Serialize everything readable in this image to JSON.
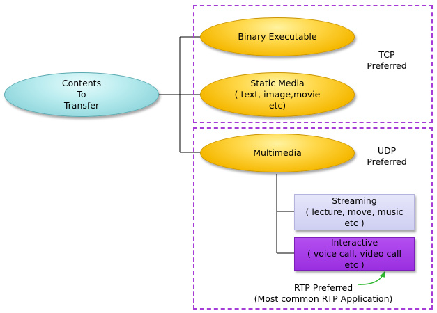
{
  "root": {
    "lines": [
      "Contents",
      "To",
      "Transfer"
    ]
  },
  "branches": {
    "binary": {
      "lines": [
        "Binary Executable"
      ]
    },
    "static": {
      "lines": [
        "Static Media",
        "( text, image,movie",
        "etc)"
      ]
    },
    "multimedia": {
      "lines": [
        "Multimedia"
      ]
    }
  },
  "sub": {
    "streaming": {
      "lines": [
        "Streaming",
        "( lecture, move, music",
        "etc )"
      ]
    },
    "interactive": {
      "lines": [
        "Interactive",
        "( voice call, video call",
        "etc )"
      ]
    }
  },
  "groups": {
    "tcp": {
      "lines": [
        "TCP",
        "Preferred"
      ]
    },
    "udp": {
      "lines": [
        "UDP",
        "Preferred"
      ]
    }
  },
  "note": {
    "lines": [
      "RTP Preferred",
      "(Most common RTP Application)"
    ]
  },
  "colors": {
    "group_border": "#a63cd6",
    "branch_fill": "#f5b800",
    "root_fill": "#b9ecef",
    "streaming_fill": "#d8d8f6",
    "interactive_fill": "#a23ce6",
    "arrow": "#2db82d"
  }
}
